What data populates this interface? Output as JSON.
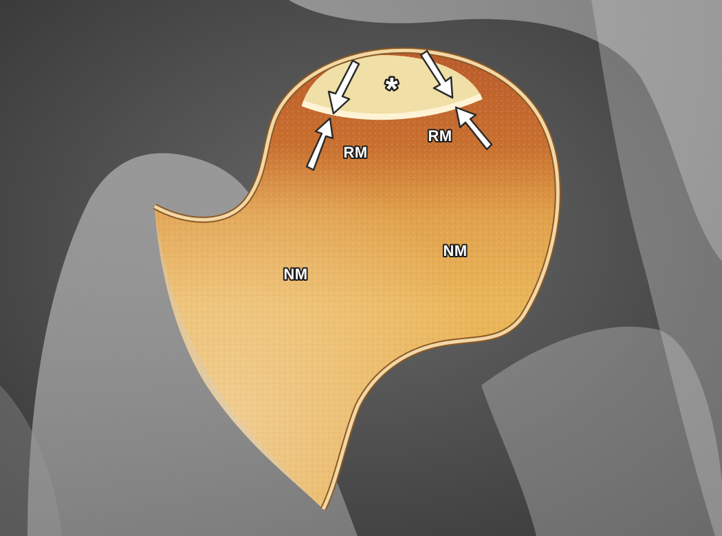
{
  "labels": {
    "rm_left": "RM",
    "rm_right": "RM",
    "nm_left": "NM",
    "nm_right": "NM"
  },
  "markers": {
    "asterisk": "*"
  },
  "colors": {
    "xray_dark": "#3c3c3c",
    "bone_light": "#d9d9d9",
    "normal_marrow": "#e8b352",
    "red_marrow": "#c0632a",
    "cortex_outline": "#f3d7a6",
    "necrotic_segment": "#f0dfa6",
    "arrow_fill": "#ffffff",
    "arrow_outline": "#2a2a2a"
  },
  "icons": [
    "arrow-icon",
    "asterisk-icon"
  ]
}
